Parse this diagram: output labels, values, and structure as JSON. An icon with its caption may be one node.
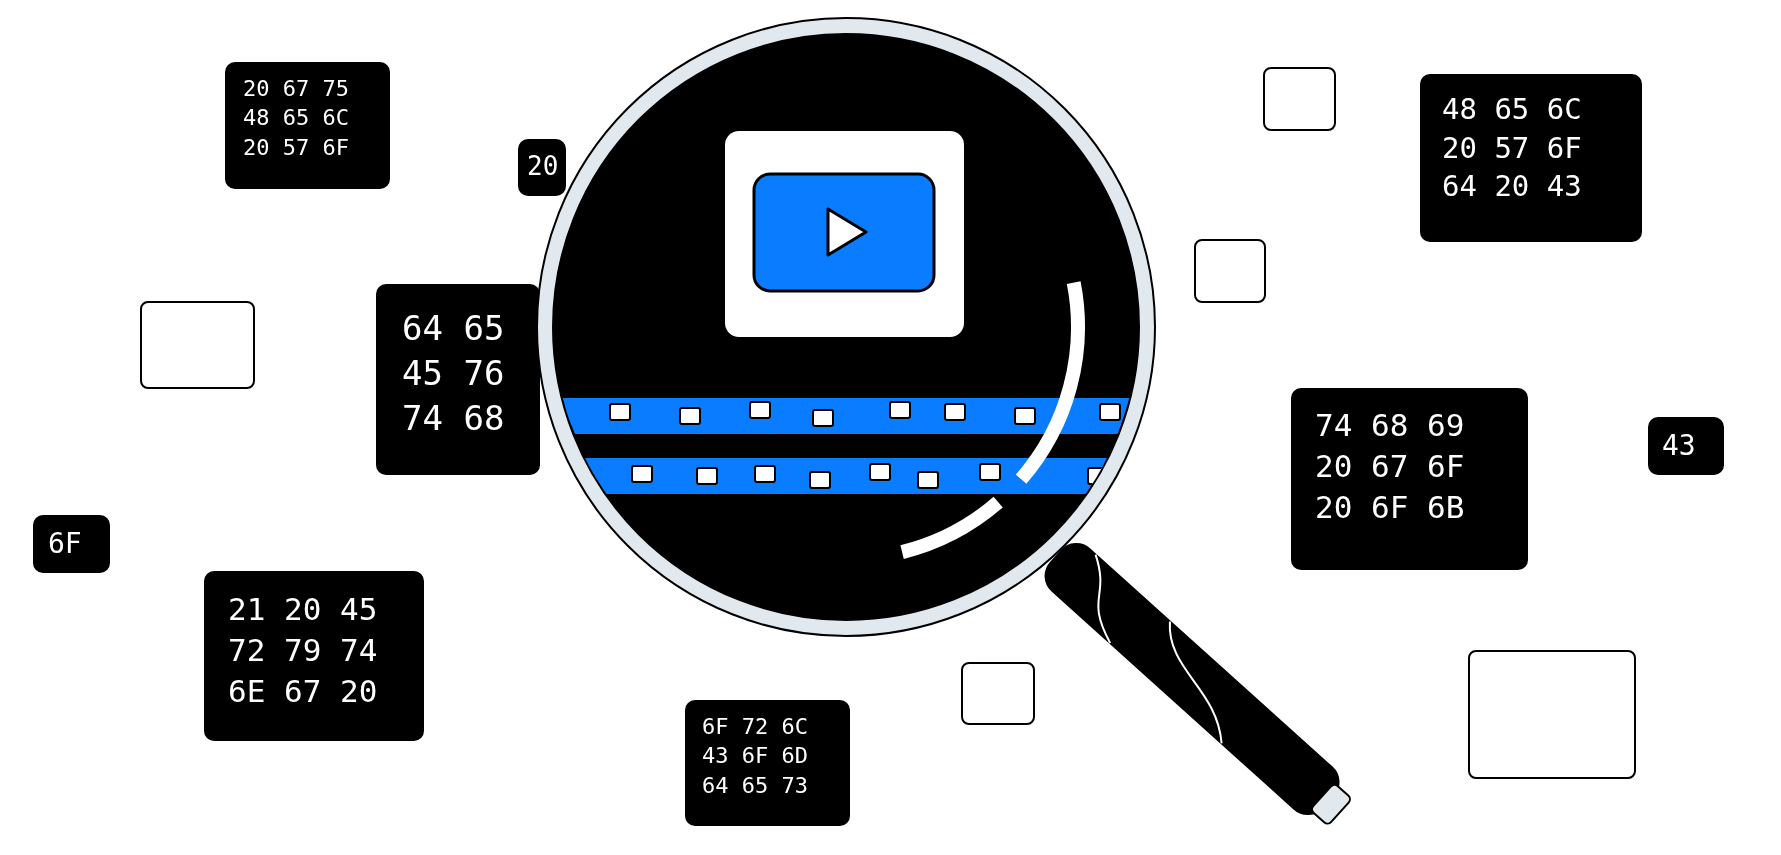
{
  "diagram": {
    "nodes": [
      {
        "text": [
          "20 67 75 48 65 6C 20 57 6F"
        ]
      },
      {
        "text": [],
        "shape": "box"
      },
      {
        "text": [
          "48 65 6C 20 57 6F 64 20 43"
        ]
      },
      {
        "text": [
          "20"
        ]
      },
      {
        "text": [],
        "shape": "box"
      },
      {
        "text": [
          "64 65 45 76 74 68"
        ]
      },
      {
        "text": [],
        "shape": "box"
      },
      {
        "text": [
          "74 68 69 20 67 6F 20 6F 6B"
        ]
      },
      {
        "text": [
          "43"
        ]
      },
      {
        "text": [
          "6F"
        ]
      },
      {
        "text": [
          "21 20 45 72 79 74 6E 67 20"
        ]
      },
      {
        "text": [],
        "shape": "box"
      },
      {
        "text": [],
        "shape": "box"
      },
      {
        "text": [
          "6F 72 6C 43 6F 6D 64 65 73"
        ]
      }
    ]
  }
}
